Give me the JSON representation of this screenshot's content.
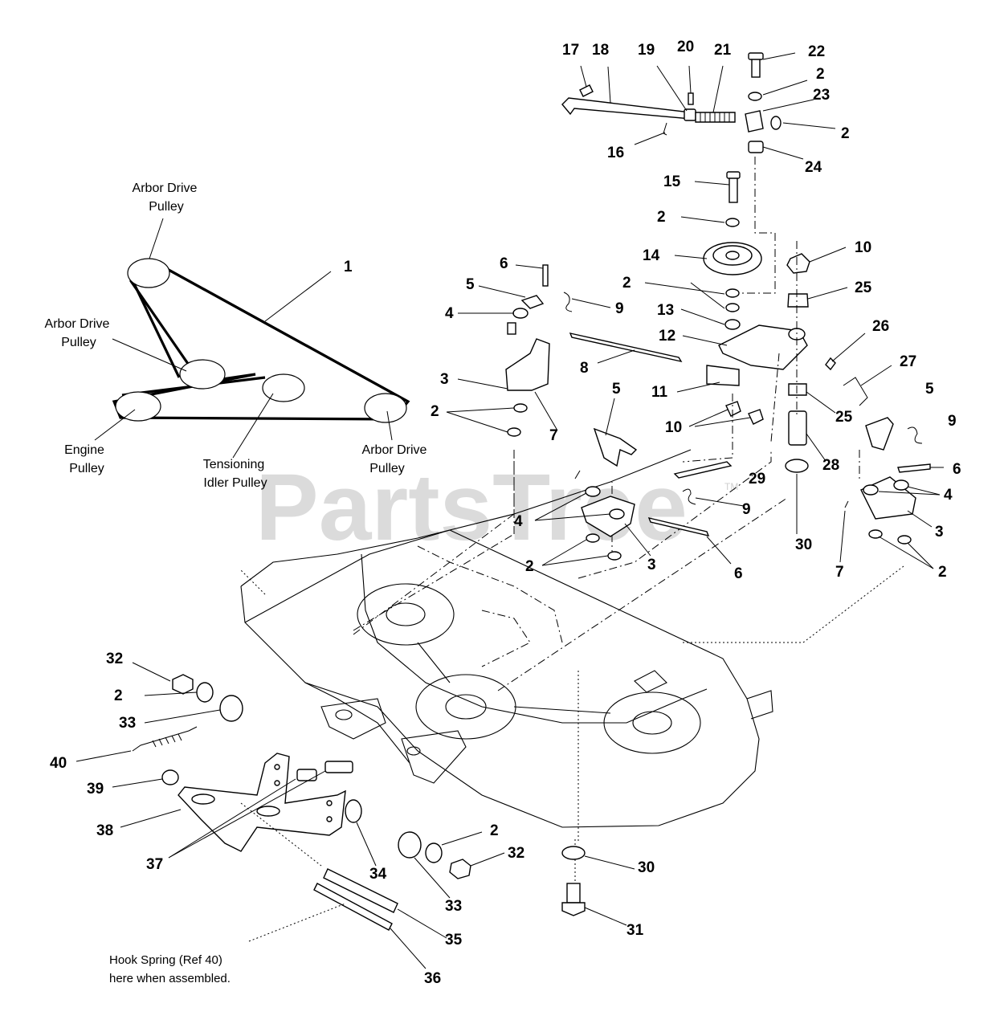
{
  "watermark": {
    "text": "PartsTree",
    "tm": "TM"
  },
  "belt_labels": {
    "arbor_top": [
      "Arbor Drive",
      "Pulley"
    ],
    "arbor_left": [
      "Arbor Drive",
      "Pulley"
    ],
    "arbor_right": [
      "Arbor Drive",
      "Pulley"
    ],
    "engine": [
      "Engine",
      "Pulley"
    ],
    "idler": [
      "Tensioning",
      "Idler Pulley"
    ]
  },
  "note": [
    "Hook Spring (Ref 40)",
    "here when assembled."
  ],
  "callouts": [
    {
      "id": "c17",
      "text": "17"
    },
    {
      "id": "c18",
      "text": "18"
    },
    {
      "id": "c19",
      "text": "19"
    },
    {
      "id": "c20",
      "text": "20"
    },
    {
      "id": "c21",
      "text": "21"
    },
    {
      "id": "c22",
      "text": "22"
    },
    {
      "id": "c2a",
      "text": "2"
    },
    {
      "id": "c23",
      "text": "23"
    },
    {
      "id": "c2b",
      "text": "2"
    },
    {
      "id": "c16",
      "text": "16"
    },
    {
      "id": "c24",
      "text": "24"
    },
    {
      "id": "c15",
      "text": "15"
    },
    {
      "id": "c2c",
      "text": "2"
    },
    {
      "id": "c10a",
      "text": "10"
    },
    {
      "id": "c14",
      "text": "14"
    },
    {
      "id": "c25a",
      "text": "25"
    },
    {
      "id": "c2d",
      "text": "2"
    },
    {
      "id": "c13",
      "text": "13"
    },
    {
      "id": "c26",
      "text": "26"
    },
    {
      "id": "c12",
      "text": "12"
    },
    {
      "id": "c27",
      "text": "27"
    },
    {
      "id": "c11",
      "text": "11"
    },
    {
      "id": "c25b",
      "text": "25"
    },
    {
      "id": "c5c",
      "text": "5"
    },
    {
      "id": "c9c",
      "text": "9"
    },
    {
      "id": "c10b",
      "text": "10"
    },
    {
      "id": "c28",
      "text": "28"
    },
    {
      "id": "c6c",
      "text": "6"
    },
    {
      "id": "c29",
      "text": "29"
    },
    {
      "id": "c4c",
      "text": "4"
    },
    {
      "id": "c3c",
      "text": "3"
    },
    {
      "id": "c30a",
      "text": "30"
    },
    {
      "id": "c7c",
      "text": "7"
    },
    {
      "id": "c2e",
      "text": "2"
    },
    {
      "id": "c1",
      "text": "1"
    },
    {
      "id": "c6a",
      "text": "6"
    },
    {
      "id": "c5a",
      "text": "5"
    },
    {
      "id": "c9a",
      "text": "9"
    },
    {
      "id": "c4a",
      "text": "4"
    },
    {
      "id": "c8",
      "text": "8"
    },
    {
      "id": "c3a",
      "text": "3"
    },
    {
      "id": "c2f",
      "text": "2"
    },
    {
      "id": "c7a",
      "text": "7"
    },
    {
      "id": "c5b",
      "text": "5"
    },
    {
      "id": "c9b",
      "text": "9"
    },
    {
      "id": "c4b",
      "text": "4"
    },
    {
      "id": "c2g",
      "text": "2"
    },
    {
      "id": "c3b",
      "text": "3"
    },
    {
      "id": "c6b",
      "text": "6"
    },
    {
      "id": "c32a",
      "text": "32"
    },
    {
      "id": "c2h",
      "text": "2"
    },
    {
      "id": "c33a",
      "text": "33"
    },
    {
      "id": "c40",
      "text": "40"
    },
    {
      "id": "c39",
      "text": "39"
    },
    {
      "id": "c38",
      "text": "38"
    },
    {
      "id": "c37",
      "text": "37"
    },
    {
      "id": "c34",
      "text": "34"
    },
    {
      "id": "c2i",
      "text": "2"
    },
    {
      "id": "c32b",
      "text": "32"
    },
    {
      "id": "c33b",
      "text": "33"
    },
    {
      "id": "c35",
      "text": "35"
    },
    {
      "id": "c36",
      "text": "36"
    },
    {
      "id": "c30b",
      "text": "30"
    },
    {
      "id": "c31",
      "text": "31"
    }
  ]
}
